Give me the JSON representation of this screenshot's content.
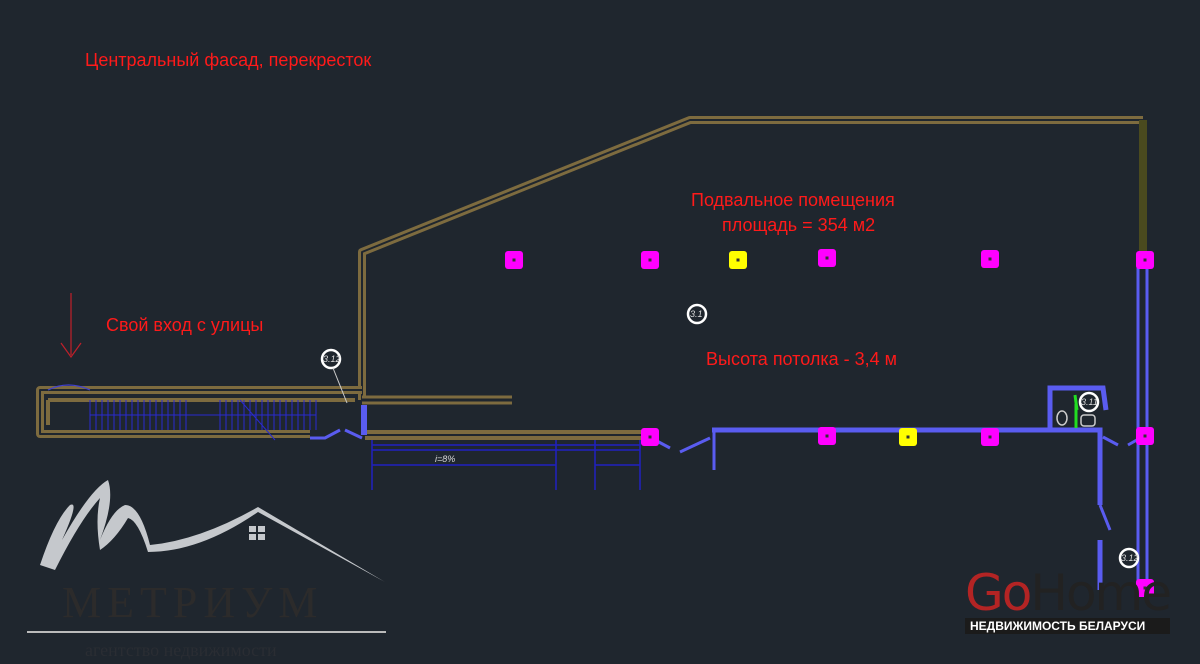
{
  "annotations": {
    "facade": "Центральный фасад, перекресток",
    "title_line1": "Подвальное помещения",
    "title_line2": "площадь = 354 м2",
    "entrance": "Свой вход с улицы",
    "ceiling": "Высота потолка - 3,4 м"
  },
  "room_tags": [
    "3.1",
    "3.12",
    "3.11",
    "3.12"
  ],
  "slope_label": "i=8%",
  "logos": {
    "metrium_name": "МЕТРИУМ",
    "metrium_sub": "агентство недвижимости",
    "gohome_go": "Go",
    "gohome_home": "Home",
    "gohome_sub": "НЕДВИЖИМОСТЬ БЕЛАРУСИ"
  },
  "colors": {
    "wall": "#7d6b3f",
    "partition": "#5a5cf0",
    "column": "#ff00ff",
    "column_alt": "#ffff00",
    "text": "#ff1a1a"
  }
}
